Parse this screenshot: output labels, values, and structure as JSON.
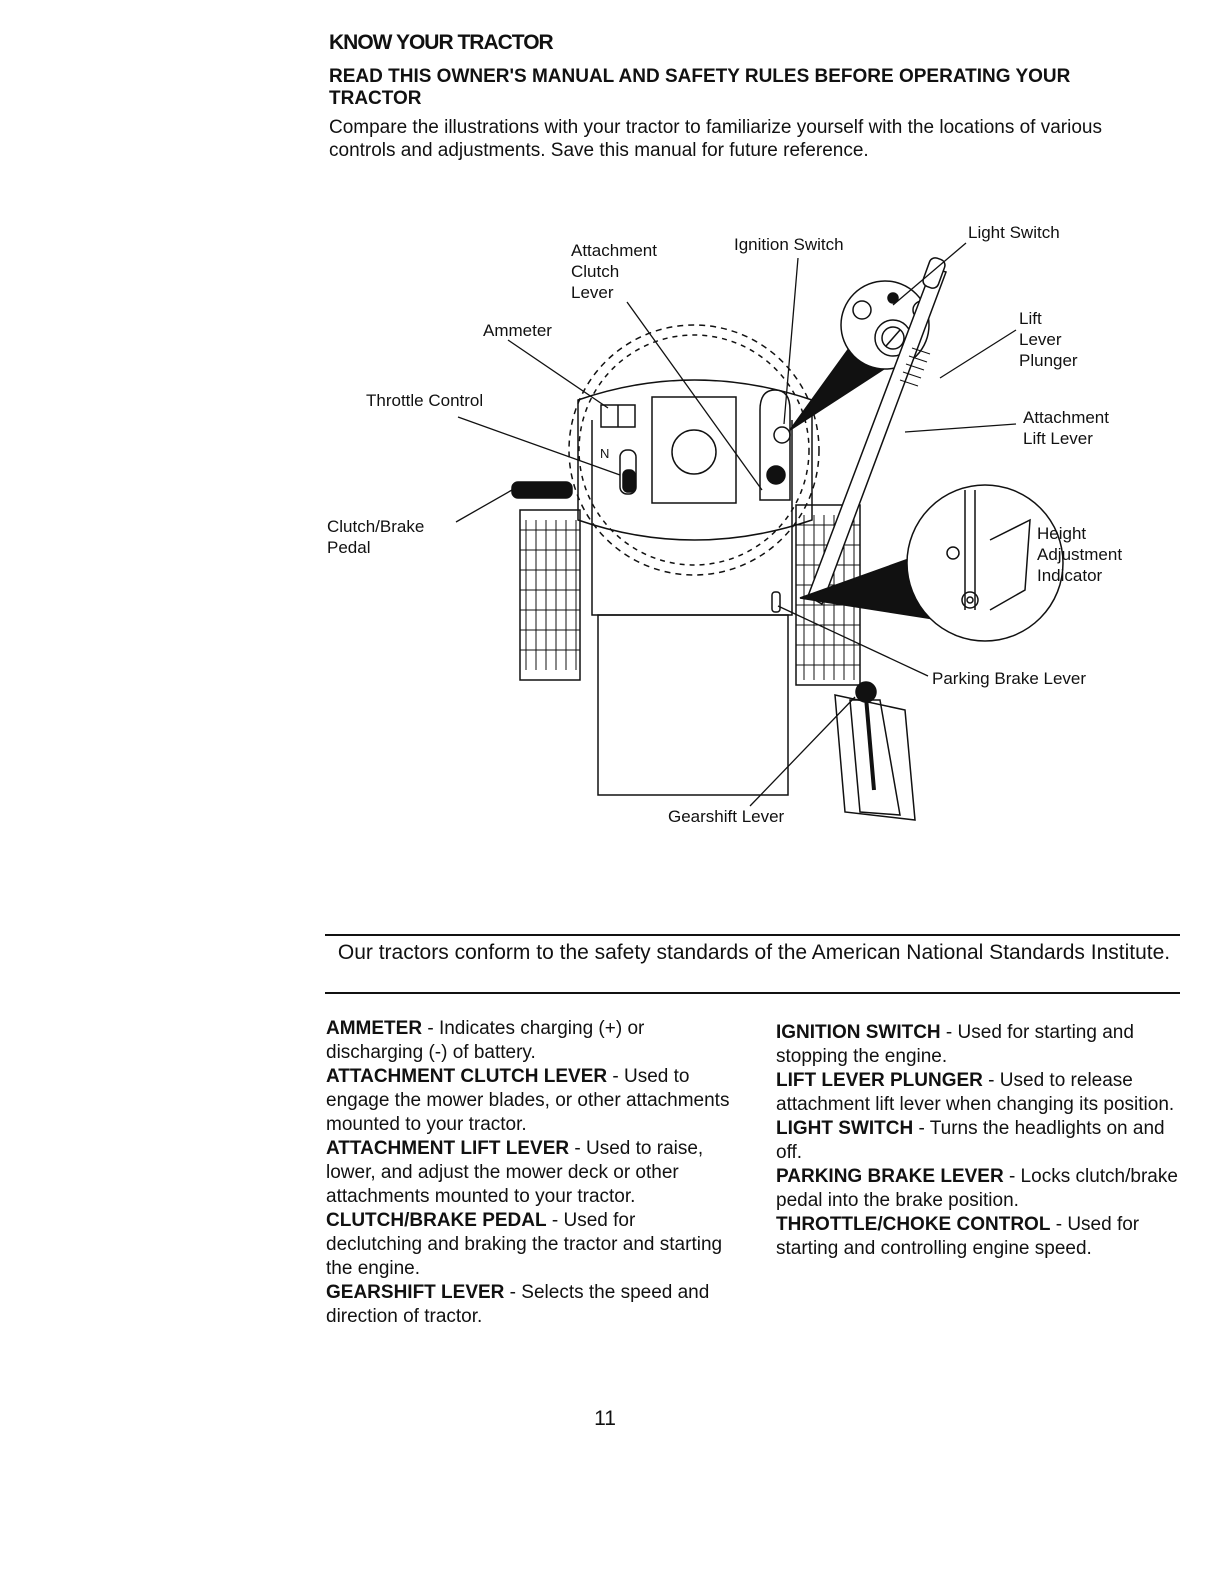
{
  "header": {
    "title": "KNOW YOUR TRACTOR",
    "subtitle": "READ THIS OWNER'S MANUAL AND SAFETY RULES BEFORE OPERATING YOUR TRACTOR",
    "intro": "Compare the illustrations with your tractor to familiarize yourself with the locations of various controls and adjustments. Save this manual for future reference."
  },
  "diagram": {
    "labels": {
      "attachment_clutch_lever": [
        "Attachment",
        "Clutch",
        "Lever"
      ],
      "ignition_switch": "Ignition Switch",
      "light_switch": "Light Switch",
      "ammeter": "Ammeter",
      "lift_lever_plunger": [
        "Lift",
        "Lever",
        "Plunger"
      ],
      "throttle_control": "Throttle Control",
      "attachment_lift_lever": [
        "Attachment",
        "Lift Lever"
      ],
      "clutch_brake_pedal": [
        "Clutch/Brake",
        "Pedal"
      ],
      "height_adjustment_indicator": [
        "Height",
        "Adjustment",
        "Indicator"
      ],
      "parking_brake_lever": "Parking Brake Lever",
      "gearshift_lever": "Gearshift Lever",
      "neutral_mark": "N"
    }
  },
  "banner": "Our tractors conform to the safety standards of the American National Standards Institute.",
  "definitions": {
    "left": [
      {
        "term": "AMMETER",
        "text": " - Indicates charging (+) or discharging (-) of battery."
      },
      {
        "term": "ATTACHMENT CLUTCH LEVER",
        "text": " - Used to engage the mower blades, or other attachments mounted to your tractor."
      },
      {
        "term": "ATTACHMENT LIFT LEVER",
        "text": " - Used to raise, lower, and adjust the mower deck or other attachments mounted to your tractor."
      },
      {
        "term": "CLUTCH/BRAKE PEDAL",
        "text": " - Used for declutching and braking the tractor and starting the engine."
      },
      {
        "term": "GEARSHIFT LEVER",
        "text": " - Selects the speed and direction of tractor."
      }
    ],
    "right": [
      {
        "term": "IGNITION SWITCH",
        "text": " - Used for starting and stopping the engine."
      },
      {
        "term": "LIFT LEVER PLUNGER",
        "text": " - Used to release attachment lift lever when changing its position."
      },
      {
        "term": "LIGHT SWITCH",
        "text": " - Turns the headlights on and off."
      },
      {
        "term": "PARKING BRAKE LEVER",
        "text": " - Locks clutch/brake pedal into the brake position."
      },
      {
        "term": "THROTTLE/CHOKE CONTROL",
        "text": " - Used for starting and controlling engine speed."
      }
    ]
  },
  "page_number": "11"
}
